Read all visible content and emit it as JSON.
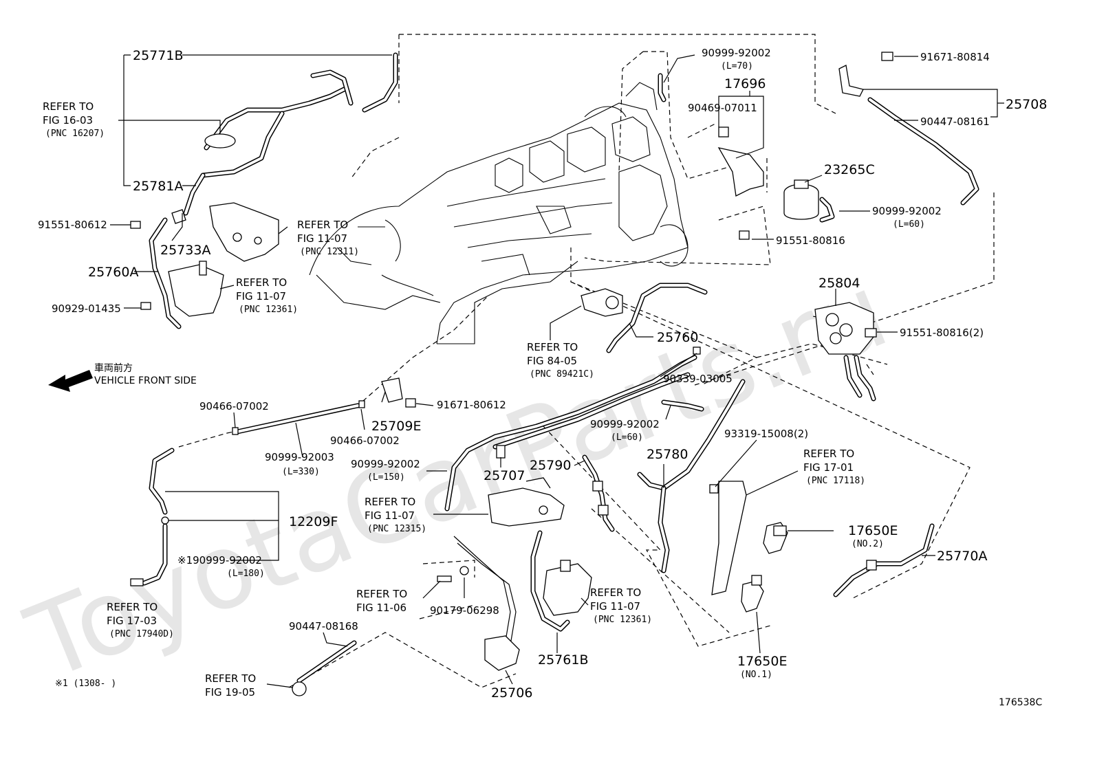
{
  "watermark": "ToyotaCarParts.ru",
  "diagram_id": "176538C",
  "footnote": "※1 (1308-        )",
  "direction": {
    "jp": "車両前方",
    "en": "VEHICLE FRONT SIDE"
  },
  "parts": {
    "p25771B": "25771B",
    "p25781A": "25781A",
    "p91551_80612": "91551-80612",
    "p25733A": "25733A",
    "p25760A": "25760A",
    "p90929_01435": "90929-01435",
    "p90999_92002_top": "90999-92002",
    "p90999_92002_top_len": "(L=70)",
    "p17696": "17696",
    "p90469_07011": "90469-07011",
    "p91671_80814": "91671-80814",
    "p25708": "25708",
    "p90447_08161": "90447-08161",
    "p23265C": "23265C",
    "p90999_92002_r": "90999-92002",
    "p90999_92002_r_len": "(L=60)",
    "p91551_80816": "91551-80816",
    "p25804": "25804",
    "p91551_80816_2": "91551-80816(2)",
    "p25760": "25760",
    "p90339_03005": "90339-03005",
    "p90466_07002_a": "90466-07002",
    "p91671_80612": "91671-80612",
    "p25709E": "25709E",
    "p90466_07002_b": "90466-07002",
    "p90999_92003": "90999-92003",
    "p90999_92003_len": "(L=330)",
    "p90999_92002_m": "90999-92002",
    "p90999_92002_m_len": "(L=60)",
    "p93319_15008": "93319-15008(2)",
    "p90999_92002_150": "90999-92002",
    "p90999_92002_150_len": "(L=150)",
    "p25707": "25707",
    "p25790": "25790",
    "p25780": "25780",
    "p12209F": "12209F",
    "p190999_92002": "※190999-92002",
    "p190999_92002_len": "(L=180)",
    "p17650E_2": "17650E",
    "p17650E_2_no": "(NO.2)",
    "p25770A": "25770A",
    "p90179_06298": "90179-06298",
    "p90447_08168": "90447-08168",
    "p25761B": "25761B",
    "p25706": "25706",
    "p17650E_1": "17650E",
    "p17650E_1_no": "(NO.1)"
  },
  "refs": {
    "r16_03": {
      "l1": "REFER TO",
      "l2": "FIG 16-03",
      "l3": "(PNC 16207)"
    },
    "r11_07_a": {
      "l1": "REFER TO",
      "l2": "FIG 11-07",
      "l3": "(PNC 12311)"
    },
    "r11_07_b": {
      "l1": "REFER TO",
      "l2": "FIG 11-07",
      "l3": "(PNC 12361)"
    },
    "r84_05": {
      "l1": "REFER TO",
      "l2": "FIG 84-05",
      "l3": "(PNC 89421C)"
    },
    "r17_01": {
      "l1": "REFER TO",
      "l2": "FIG 17-01",
      "l3": "(PNC 17118)"
    },
    "r11_07_c": {
      "l1": "REFER TO",
      "l2": "FIG 11-07",
      "l3": "(PNC 12315)"
    },
    "r17_03": {
      "l1": "REFER TO",
      "l2": "FIG 17-03",
      "l3": "(PNC 17940D)"
    },
    "r11_06": {
      "l1": "REFER TO",
      "l2": "FIG 11-06"
    },
    "r11_07_d": {
      "l1": "REFER TO",
      "l2": "FIG 11-07",
      "l3": "(PNC 12361)"
    },
    "r19_05": {
      "l1": "REFER TO",
      "l2": "FIG 19-05"
    }
  }
}
